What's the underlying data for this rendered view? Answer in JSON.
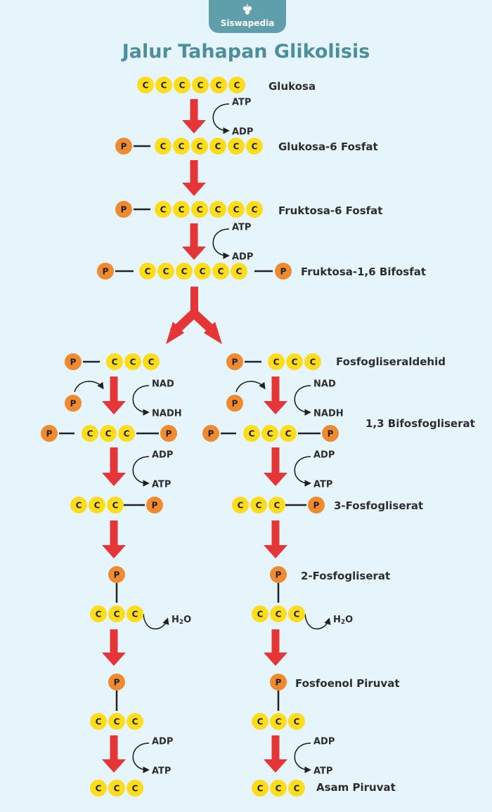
{
  "header": {
    "brand": "Siswapedia",
    "title": "Jalur Tahapan Glikolisis"
  },
  "atoms": {
    "carbon": "C",
    "phosphate": "P"
  },
  "colors": {
    "carbon": "#fcdc1b",
    "phosphate": "#f08a2e",
    "arrow": "#e63536",
    "title": "#4d8e9c",
    "background": "#e6f5fc"
  },
  "molecules": {
    "glukosa": "Glukosa",
    "glukosa_6_fosfat": "Glukosa-6 Fosfat",
    "fruktosa_6_fosfat": "Fruktosa-6 Fosfat",
    "fruktosa_1_6_bifosfat": "Fruktosa-1,6 Bifosfat",
    "fosfogliseraldehid": "Fosfogliseraldehid",
    "bifosfogliserat_1_3": "1,3 Bifosfogliserat",
    "fosfogliserat_3": "3-Fosfogliserat",
    "fosfogliserat_2": "2-Fosfogliserat",
    "fosfoenol_piruvat": "Fosfoenol Piruvat",
    "asam_piruvat": "Asam Piruvat"
  },
  "cofactors": {
    "atp": "ATP",
    "adp": "ADP",
    "nad": "NAD",
    "nadh": "NADH",
    "h2o_h": "H",
    "h2o_sub": "2",
    "h2o_o": "O"
  }
}
